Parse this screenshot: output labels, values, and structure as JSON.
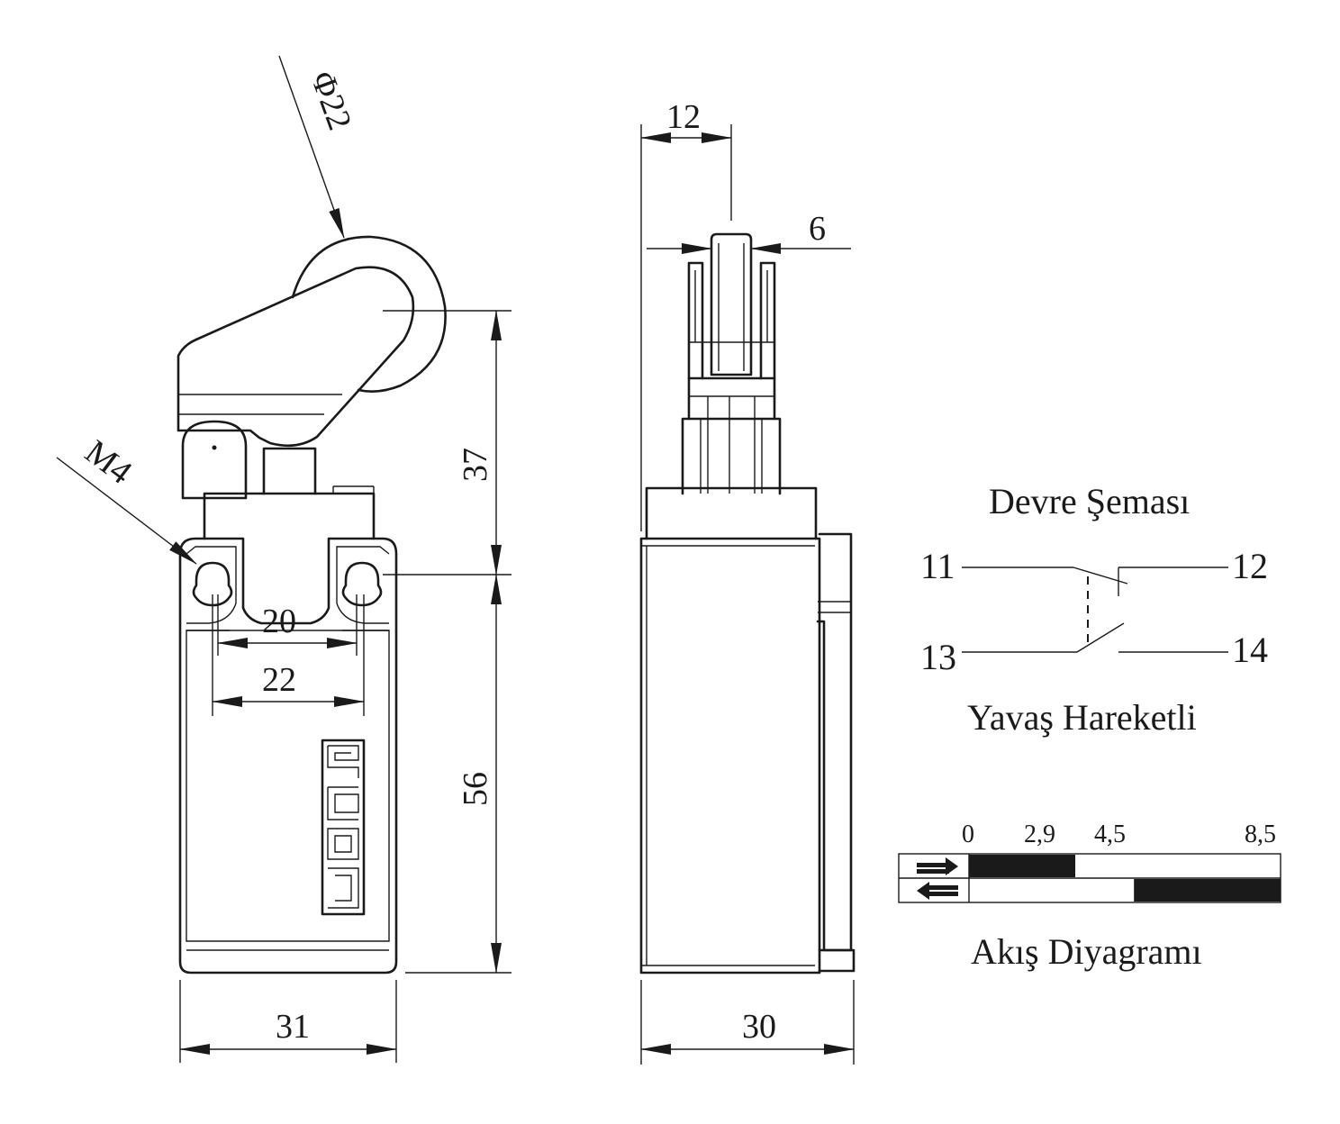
{
  "dimensions": {
    "roller_diameter": "Φ22",
    "thread": "M4",
    "height_upper": "37",
    "height_lower": "56",
    "hole_spacing_inner": "20",
    "hole_spacing_outer": "22",
    "width_front": "31",
    "lever_width": "12",
    "roller_width": "6",
    "depth_side": "30"
  },
  "circuit": {
    "title": "Devre Şeması",
    "terminal_11": "11",
    "terminal_12": "12",
    "terminal_13": "13",
    "terminal_14": "14",
    "action": "Yavaş Hareketli"
  },
  "travel_diagram": {
    "title": "Akış Diyagramı",
    "ticks": [
      "0",
      "2,9",
      "4,5",
      "8,5"
    ],
    "scale_max": 8.5,
    "rows": [
      {
        "icon": "arrow-right-icon",
        "closed_from": 0,
        "closed_to": 2.9
      },
      {
        "icon": "arrow-left-icon",
        "closed_from": 4.5,
        "closed_to": 8.5
      }
    ]
  },
  "colors": {
    "line": "#1a1a1a",
    "fill_closed": "#1a1a1a"
  }
}
